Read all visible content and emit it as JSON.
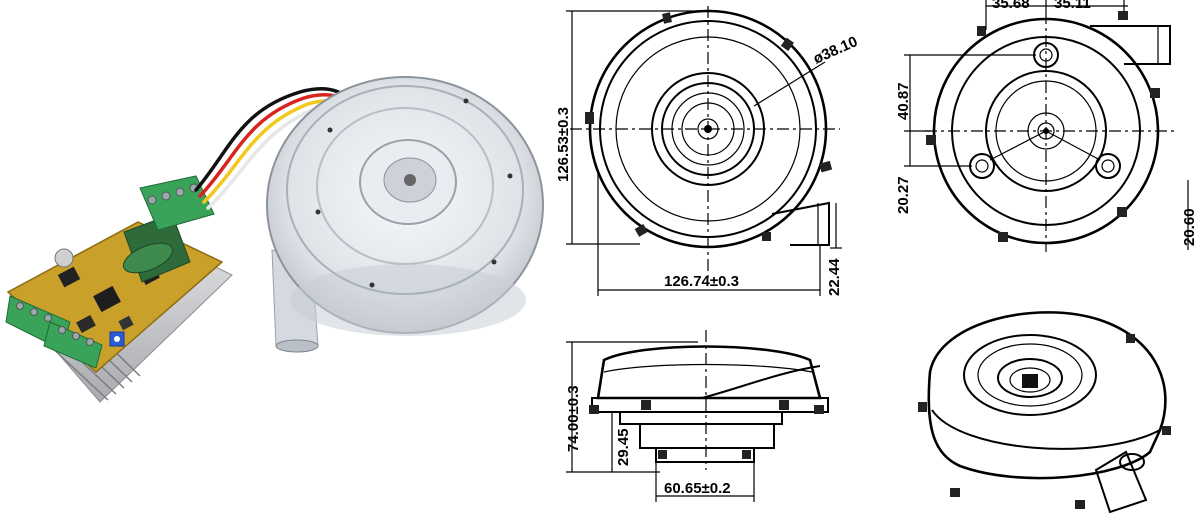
{
  "dimensions": {
    "top_view": {
      "height": "126.53±0.3",
      "width": "126.74±0.3",
      "bore": "ø38.10",
      "outlet": "22.44"
    },
    "rear_view": {
      "left_top": "35.68",
      "right_top": "35.11",
      "upper": "40.87",
      "lower": "20.27",
      "outlet_offset": "20.60"
    },
    "side_view": {
      "height": "74.00±0.3",
      "depth": "29.45",
      "base_width": "60.65±0.2"
    }
  },
  "colors": {
    "pcb": "#c9a12a",
    "terminal": "#3aa35a",
    "heatsink": "#c8c9cc",
    "capacitor": "#2f6b3a",
    "housing": "#e6e9ee",
    "wire_red": "#d8241f",
    "wire_yellow": "#f2c81d",
    "wire_black": "#111111"
  }
}
